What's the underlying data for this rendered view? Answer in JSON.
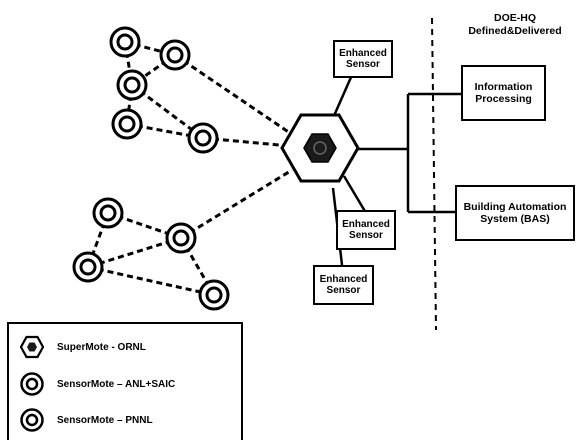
{
  "dept_label": {
    "line1": "DOE-HQ",
    "line2": "Defined&Delivered"
  },
  "boxes": {
    "enhanced_sensor_1": "Enhanced\nSensor",
    "enhanced_sensor_2": "Enhanced\nSensor",
    "enhanced_sensor_3": "Enhanced\nSensor",
    "information_processing": "Information\nProcessing",
    "bas": "Building Automation\nSystem (BAS)"
  },
  "legend": {
    "items": [
      {
        "icon": "supermote-icon",
        "label": "SuperMote - ORNL"
      },
      {
        "icon": "sensormote-icon",
        "label": "SensorMote – ANL+SAIC"
      },
      {
        "icon": "sensormote-icon",
        "label": "SensorMote – PNNL"
      }
    ]
  }
}
